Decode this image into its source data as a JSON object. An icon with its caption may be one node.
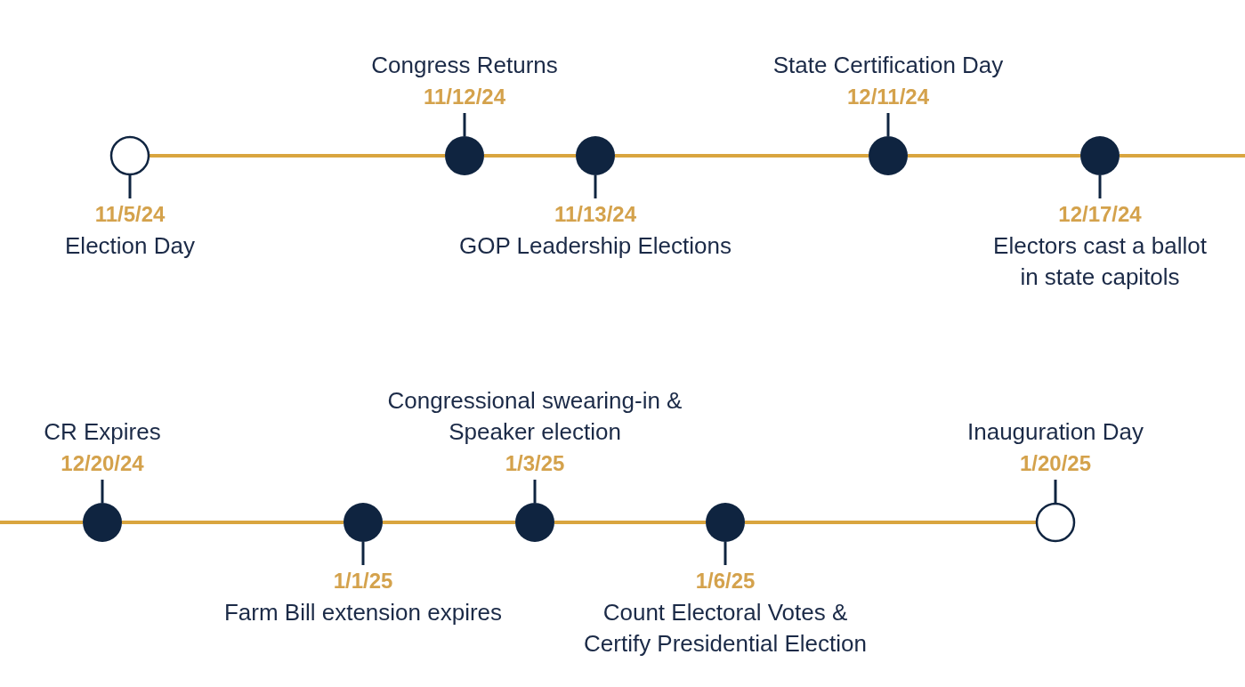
{
  "diagram": {
    "nodes": [
      {
        "text": [],
        "shape": "circle",
        "beside": [
          "11/5/24",
          "Election Day"
        ]
      },
      {
        "text": [],
        "shape": "circle",
        "beside": [
          "Congress Returns",
          "11/12/24"
        ]
      },
      {
        "text": [],
        "shape": "circle",
        "beside": [
          "11/13/24",
          "GOP Leadership Elections"
        ]
      },
      {
        "text": [],
        "shape": "circle",
        "beside": [
          "State Certification Day",
          "12/11/24"
        ]
      },
      {
        "text": [],
        "shape": "circle",
        "beside": [
          "12/17/24",
          "Electors cast a ballot in state capitols"
        ]
      },
      {
        "text": [],
        "shape": "circle",
        "beside": [
          "CR Expires",
          "12/20/24"
        ]
      },
      {
        "text": [],
        "shape": "circle",
        "beside": [
          "1/1/25",
          "Farm Bill extension expires"
        ]
      },
      {
        "text": [],
        "shape": "circle",
        "beside": [
          "Congressional swearing-in & Speaker election",
          "1/3/25"
        ]
      },
      {
        "text": [],
        "shape": "circle",
        "beside": [
          "1/6/25",
          "Count Electoral Votes & Certify Presidential Election"
        ]
      },
      {
        "text": [],
        "shape": "circle",
        "beside": [
          "Inauguration Day",
          "1/20/25"
        ]
      }
    ],
    "edges": [
      {
        "from": 0,
        "to": 1,
        "arrow": "none"
      },
      {
        "from": 1,
        "to": 2,
        "arrow": "none"
      },
      {
        "from": 2,
        "to": 3,
        "arrow": "none"
      },
      {
        "from": 3,
        "to": 4,
        "arrow": "none"
      },
      {
        "from": 4,
        "to": null,
        "arrow": "none"
      },
      {
        "from": null,
        "to": 5,
        "arrow": "none"
      },
      {
        "from": 5,
        "to": 6,
        "arrow": "none"
      },
      {
        "from": 6,
        "to": 7,
        "arrow": "none"
      },
      {
        "from": 7,
        "to": 8,
        "arrow": "none"
      },
      {
        "from": 8,
        "to": 9,
        "arrow": "none"
      }
    ]
  }
}
